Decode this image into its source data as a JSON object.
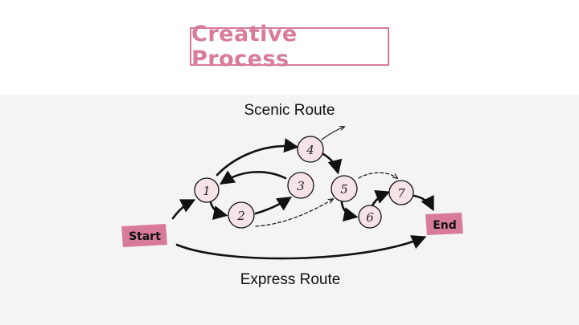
{
  "title": "Creative Process",
  "routes": {
    "scenic": "Scenic Route",
    "express": "Express Route"
  },
  "terminals": {
    "start": "Start",
    "end": "End"
  },
  "nodes": [
    "1",
    "2",
    "3",
    "4",
    "5",
    "6",
    "7"
  ],
  "colors": {
    "accent": "#d87b9a",
    "node_fill": "#f5e3e8",
    "tag_fill": "#d87b9a",
    "stroke": "#111111"
  }
}
